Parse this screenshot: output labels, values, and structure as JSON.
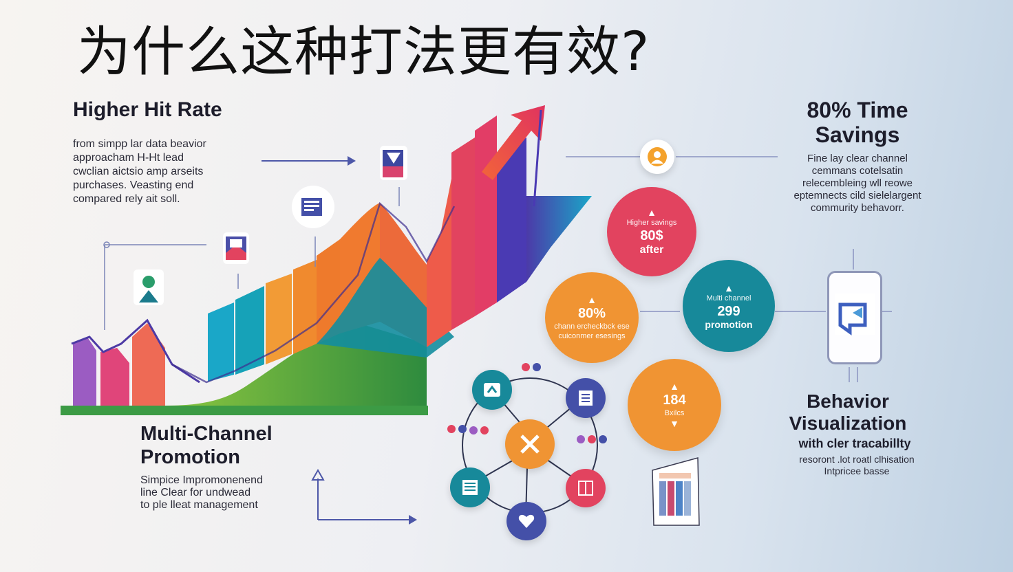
{
  "title": "为什么这种打法更有效?",
  "left_top": {
    "heading": "Higher Hit Rate",
    "body": "from simpp lar data beavior\napproacham H-Ht lead\ncwclian aictsio amp arseits\npurchases. Veasting end\ncompared rely ait soll."
  },
  "right_top": {
    "heading": "80% Time\nSavings",
    "body": "Fine lay clear channel\ncemmans cotelsatin\nrelecembleing wll reowe\neptemnects cild sielelargent\ncommurity behavorr."
  },
  "left_bottom": {
    "heading": "Multi-Channel\nPromotion",
    "body": "Simpice Impromonenend\nline Clear for undwead\nto ple lleat management"
  },
  "right_bottom": {
    "heading": "Behavior\nVisualization",
    "subheading": "with cler tracabillty",
    "body": "resoront .lot roatl clhisation\nIntpricee basse"
  },
  "circles": {
    "red": {
      "top": "Higher savings",
      "value": "80$",
      "bottom": "after"
    },
    "teal": {
      "top": "Multi channel",
      "value": "299",
      "bottom": "promotion"
    },
    "orange_left": {
      "value": "80%",
      "line1": "chann ercheckbck ese",
      "line2": "cuiconmer esesings"
    },
    "orange_right": {
      "value": "184",
      "bottom": "Bxilcs"
    }
  },
  "colors": {
    "red": "#e2435f",
    "teal": "#17899a",
    "orange": "#f09433",
    "purple": "#5a44b3",
    "green": "#46a048",
    "navy": "#4450a8"
  }
}
